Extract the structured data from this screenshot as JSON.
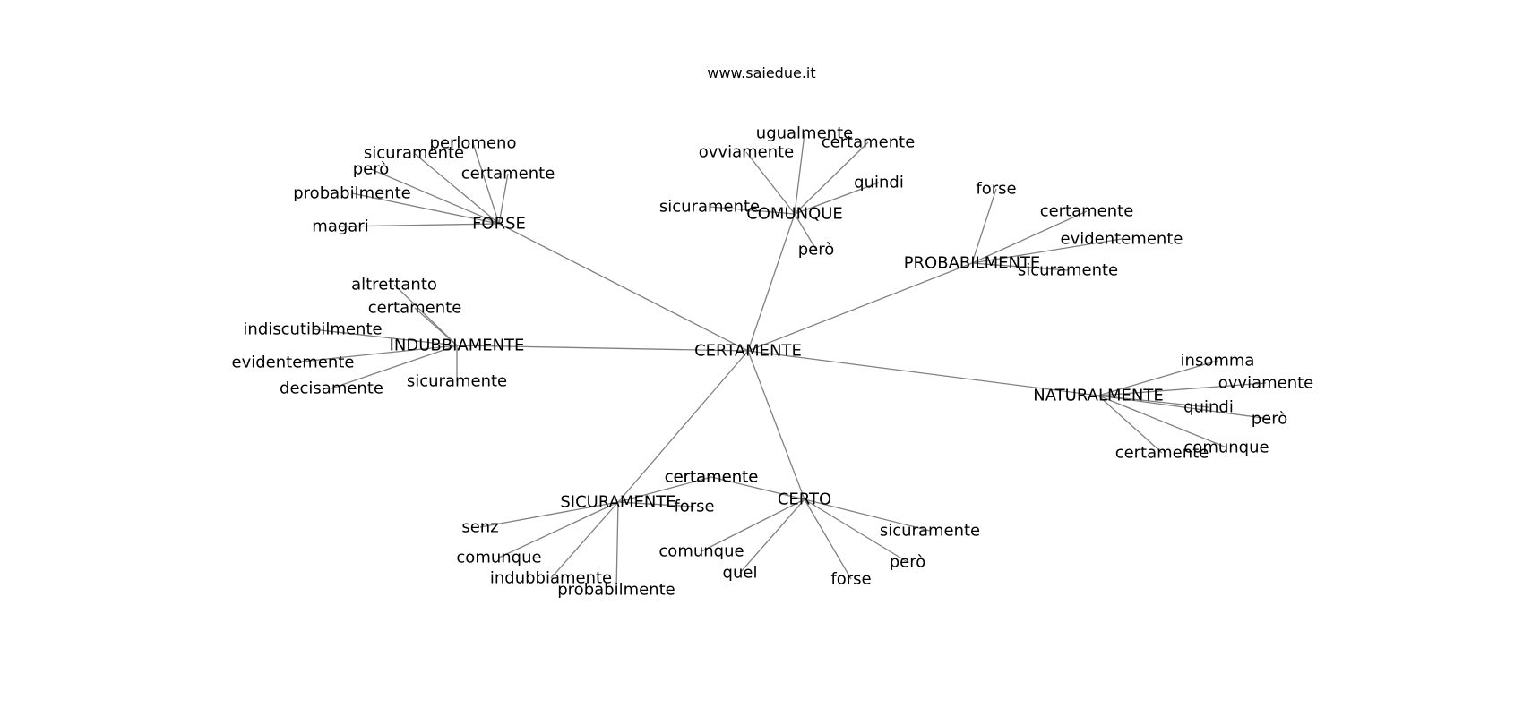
{
  "site": "www.saiedue.it",
  "colors": {
    "edge": "#808080",
    "text": "#000000",
    "background": "#ffffff"
  },
  "graph": {
    "root": "CERTAMENTE",
    "clusters": [
      {
        "hub": "FORSE",
        "leaves": [
          "perlomeno",
          "sicuramente",
          "certamente",
          "però",
          "probabilmente",
          "magari"
        ]
      },
      {
        "hub": "COMUNQUE",
        "leaves": [
          "ugualmente",
          "ovviamente",
          "certamente",
          "quindi",
          "sicuramente",
          "però"
        ]
      },
      {
        "hub": "PROBABILMENTE",
        "leaves": [
          "forse",
          "certamente",
          "evidentemente",
          "sicuramente"
        ]
      },
      {
        "hub": "INDUBBIAMENTE",
        "leaves": [
          "altrettanto",
          "certamente",
          "indiscutibilmente",
          "evidentemente",
          "decisamente",
          "sicuramente"
        ]
      },
      {
        "hub": "NATURALMENTE",
        "leaves": [
          "insomma",
          "ovviamente",
          "quindi",
          "però",
          "comunque",
          "certamente"
        ]
      },
      {
        "hub": "SICURAMENTE",
        "leaves": [
          "forse",
          "senz",
          "comunque",
          "indubbiamente",
          "probabilmente",
          "certamente"
        ]
      },
      {
        "hub": "CERTO",
        "leaves": [
          "certamente",
          "sicuramente",
          "comunque",
          "quel",
          "però",
          "forse"
        ]
      }
    ]
  }
}
